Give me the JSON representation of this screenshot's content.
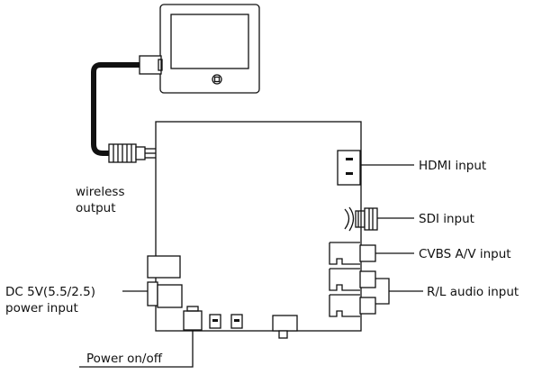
{
  "labels": {
    "hdmi_input": "HDMI input",
    "sdi_input": "SDI input",
    "cvbs_input": "CVBS A/V input",
    "rl_audio_input": "R/L audio input",
    "wireless_line1": "wireless",
    "wireless_line2": "output",
    "dc_line1": "DC 5V(5.5/2.5)",
    "dc_line2": "power input",
    "power_switch": "Power on/off"
  },
  "colors": {
    "stroke": "#111111",
    "background": "#ffffff"
  }
}
